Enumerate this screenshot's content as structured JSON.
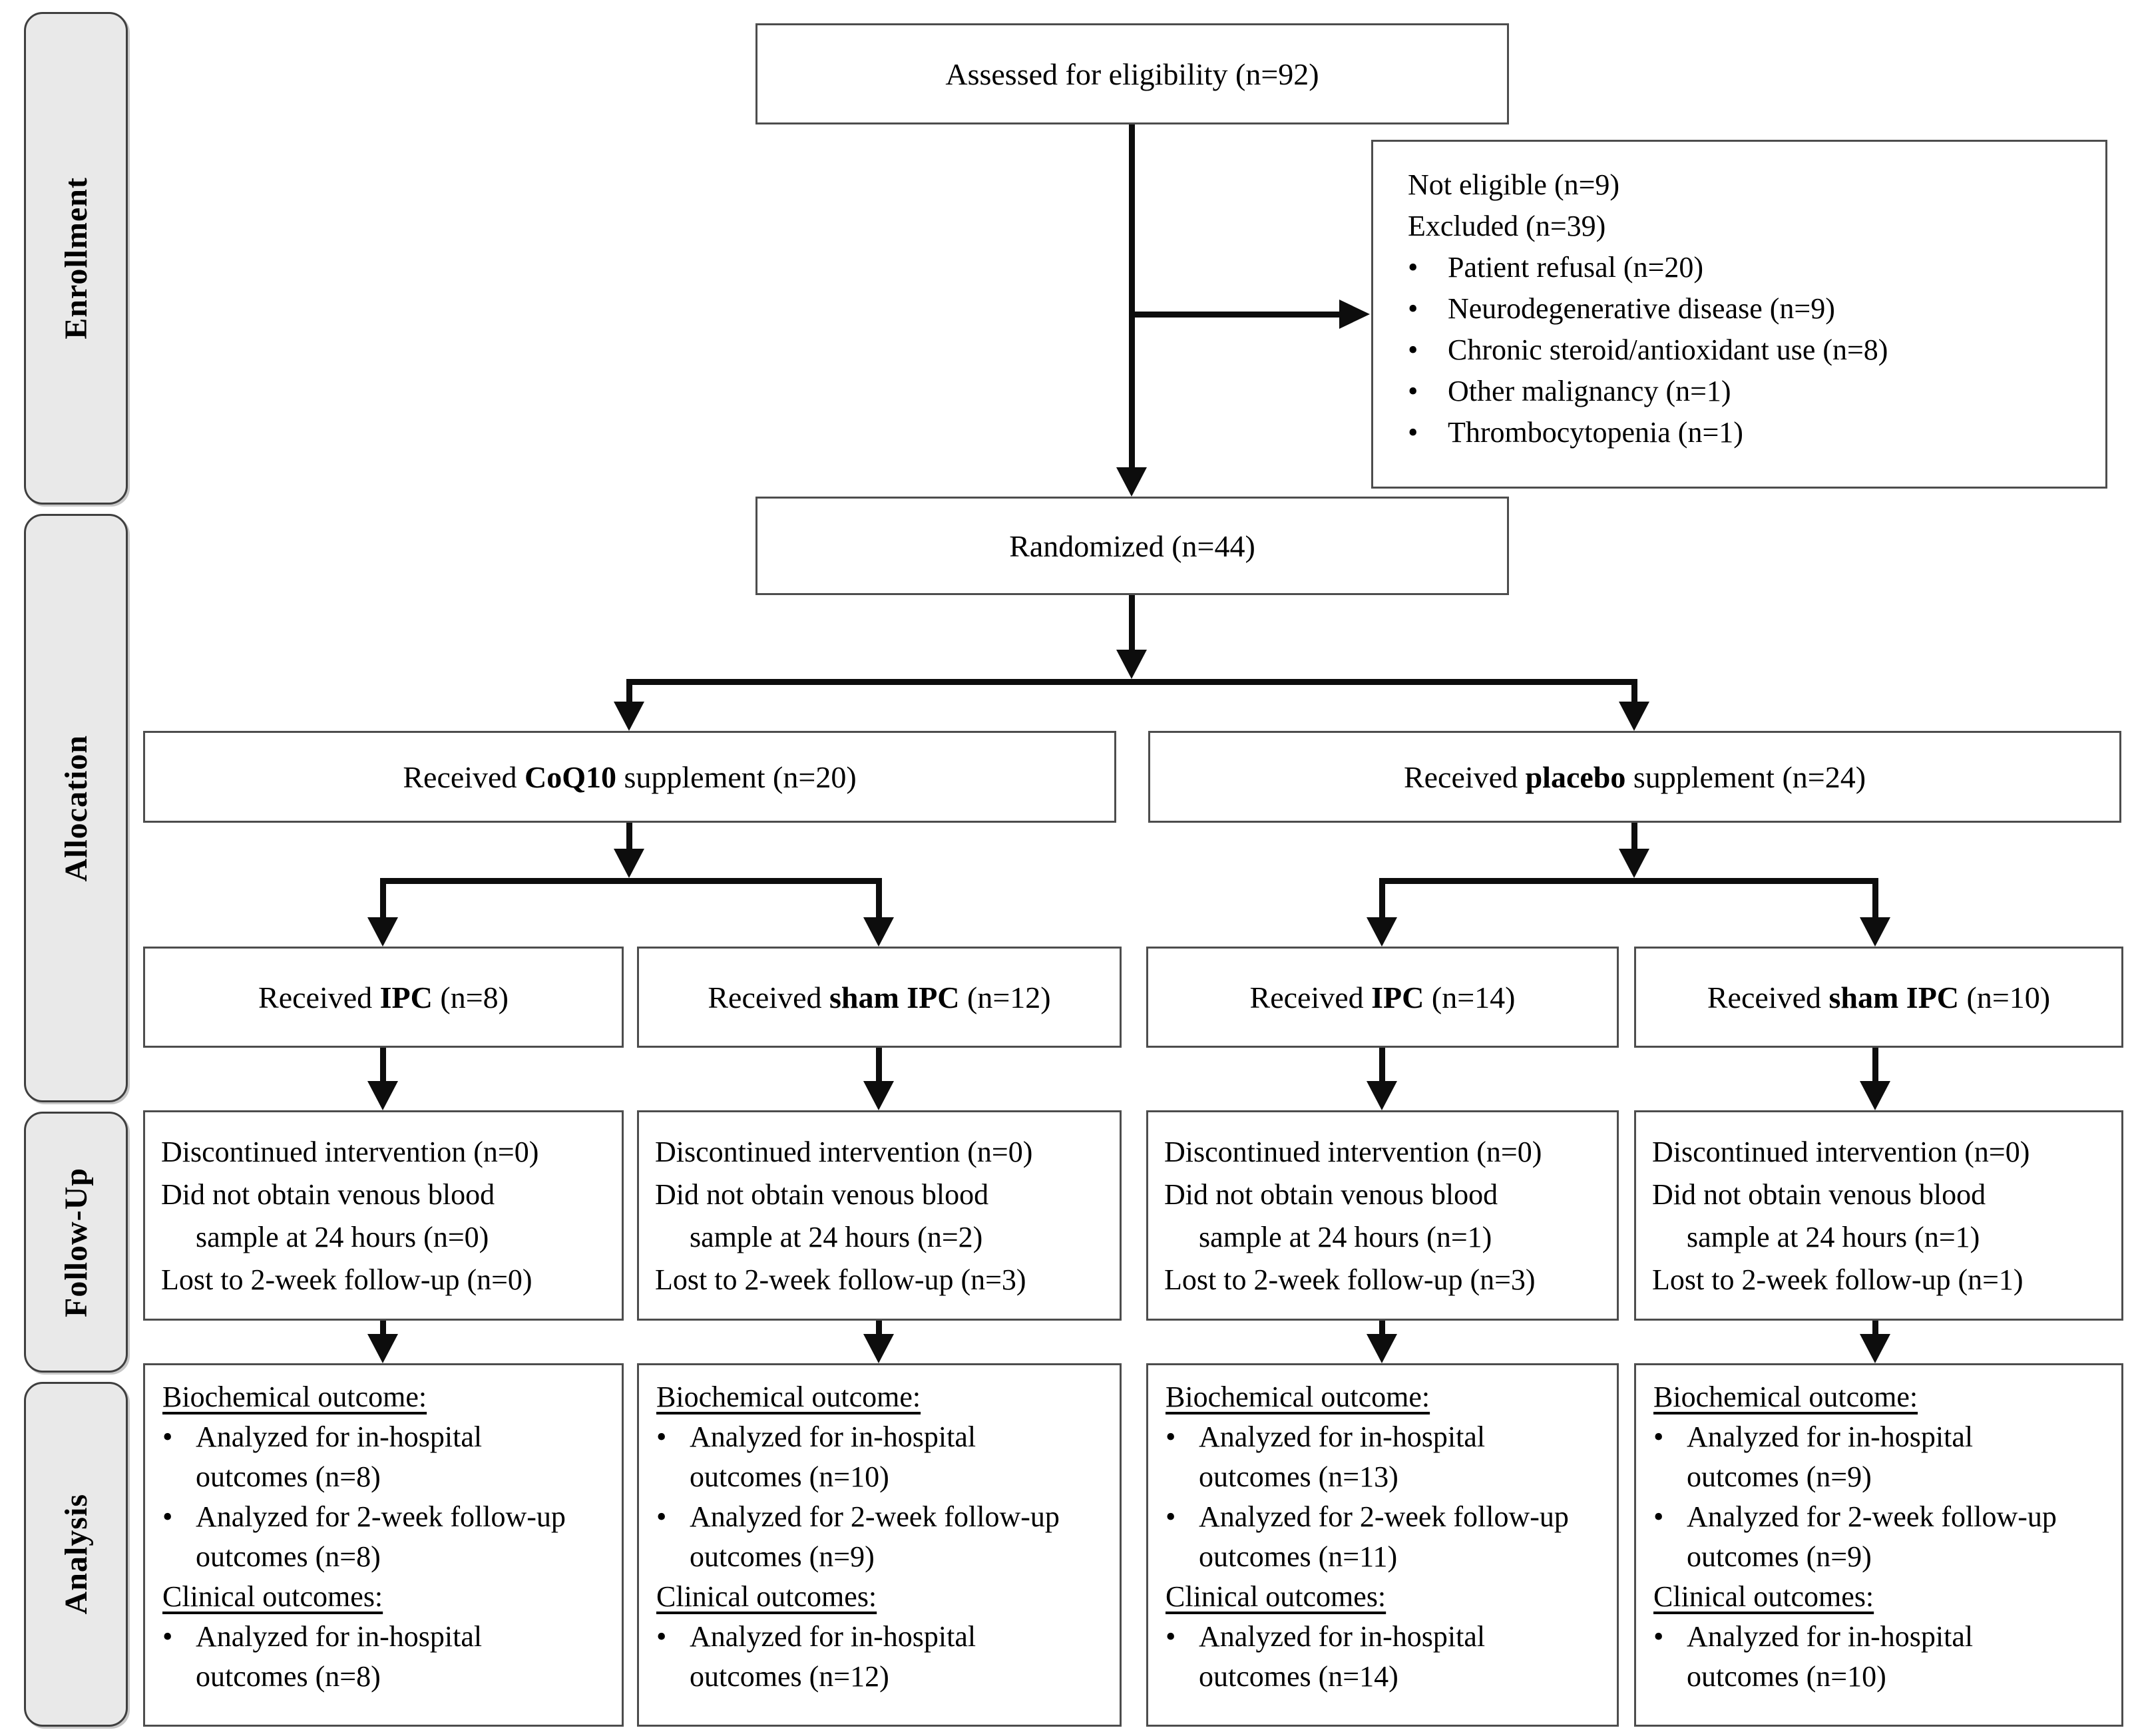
{
  "figure": {
    "type": "CONSORT participant flow diagram"
  },
  "bullet": "•",
  "colors": {
    "background": "#ffffff",
    "box_border": "#4d4d4d",
    "sidebar_fill": "#e9e9e9",
    "sidebar_border": "#3f3f3f",
    "arrow": "#0d0d0d",
    "text": "#000000"
  },
  "stages": [
    {
      "label": "Enrollment"
    },
    {
      "label": "Allocation"
    },
    {
      "label": "Follow-Up"
    },
    {
      "label": "Analysis"
    }
  ],
  "assessed": {
    "text": "Assessed for eligibility (n=92)"
  },
  "excluded": {
    "plain_lines": [
      "Not eligible (n=9)",
      "Excluded (n=39)"
    ],
    "bullet_items": [
      "Patient refusal (n=20)",
      "Neurodegenerative disease (n=9)",
      "Chronic steroid/antioxidant use (n=8)",
      "Other malignancy (n=1)",
      "Thrombocytopenia (n=1)"
    ]
  },
  "randomized": {
    "text": "Randomized (n=44)"
  },
  "allocation": [
    {
      "prefix": "Received ",
      "bold": "CoQ10",
      "suffix": " supplement (n=20)"
    },
    {
      "prefix": "Received ",
      "bold": "placebo",
      "suffix": " supplement (n=24)"
    }
  ],
  "ipc": [
    {
      "prefix": "Received ",
      "bold": "IPC",
      "suffix": " (n=8)"
    },
    {
      "prefix": "Received ",
      "bold": "sham IPC",
      "suffix": " (n=12)"
    },
    {
      "prefix": "Received ",
      "bold": "IPC",
      "suffix": " (n=14)"
    },
    {
      "prefix": "Received ",
      "bold": "sham IPC",
      "suffix": " (n=10)"
    }
  ],
  "followup": [
    {
      "l1": "Discontinued intervention (n=0)",
      "l2": "Did not obtain venous blood",
      "l3": "sample at 24 hours (n=0)",
      "l4": "Lost to 2-week follow-up (n=0)"
    },
    {
      "l1": "Discontinued intervention (n=0)",
      "l2": "Did not obtain venous blood",
      "l3": "sample at 24 hours (n=2)",
      "l4": "Lost to 2-week follow-up (n=3)"
    },
    {
      "l1": "Discontinued intervention (n=0)",
      "l2": "Did not obtain venous blood",
      "l3": "sample at 24 hours (n=1)",
      "l4": "Lost to 2-week follow-up (n=3)"
    },
    {
      "l1": "Discontinued intervention (n=0)",
      "l2": "Did not obtain venous blood",
      "l3": "sample at 24 hours (n=1)",
      "l4": "Lost to 2-week follow-up (n=1)"
    }
  ],
  "analysis": [
    {
      "h1": "Biochemical outcome:",
      "b1a": "Analyzed for in-hospital",
      "b1b": "outcomes (n=8)",
      "b2a": "Analyzed for 2-week follow-up",
      "b2b": "outcomes (n=8)",
      "h2": "Clinical outcomes:",
      "b3a": "Analyzed for in-hospital",
      "b3b": "outcomes (n=8)"
    },
    {
      "h1": "Biochemical outcome:",
      "b1a": "Analyzed for in-hospital",
      "b1b": "outcomes (n=10)",
      "b2a": "Analyzed for 2-week follow-up",
      "b2b": "outcomes (n=9)",
      "h2": "Clinical outcomes:",
      "b3a": "Analyzed for in-hospital",
      "b3b": "outcomes (n=12)"
    },
    {
      "h1": "Biochemical outcome:",
      "b1a": "Analyzed for in-hospital",
      "b1b": "outcomes (n=13)",
      "b2a": "Analyzed for 2-week follow-up",
      "b2b": "outcomes (n=11)",
      "h2": "Clinical outcomes:",
      "b3a": "Analyzed for in-hospital",
      "b3b": "outcomes (n=14)"
    },
    {
      "h1": "Biochemical outcome:",
      "b1a": "Analyzed for in-hospital",
      "b1b": "outcomes (n=9)",
      "b2a": "Analyzed for 2-week follow-up",
      "b2b": "outcomes (n=9)",
      "h2": "Clinical outcomes:",
      "b3a": "Analyzed for in-hospital",
      "b3b": "outcomes (n=10)"
    }
  ]
}
